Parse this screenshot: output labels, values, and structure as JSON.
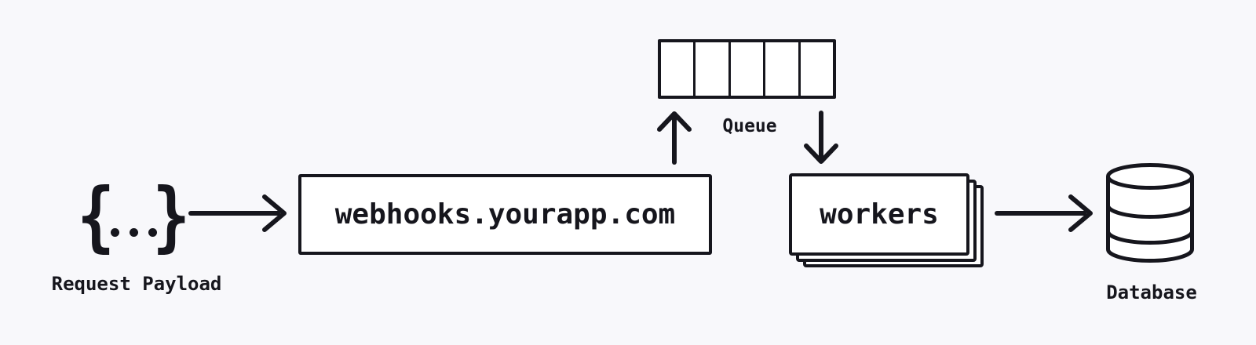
{
  "diagram": {
    "colors": {
      "background": "#f8f8fb",
      "ink": "#16161d",
      "node_fill": "#ffffff"
    },
    "nodes": {
      "request_payload": {
        "label": "Request Payload",
        "icon": "curly-braces-ellipsis",
        "brace_open": "{",
        "brace_close": "}",
        "dot_count": 3
      },
      "webhook_server": {
        "label": "webhooks.yourapp.com"
      },
      "queue": {
        "label": "Queue",
        "slots": 5
      },
      "workers": {
        "label": "workers",
        "stack_count": 3
      },
      "database": {
        "label": "Database",
        "icon": "database-cylinder"
      }
    },
    "edges": [
      {
        "from": "request_payload",
        "to": "webhook_server",
        "direction": "right"
      },
      {
        "from": "webhook_server",
        "to": "queue",
        "direction": "up"
      },
      {
        "from": "queue",
        "to": "workers",
        "direction": "down"
      },
      {
        "from": "workers",
        "to": "database",
        "direction": "right"
      }
    ]
  }
}
